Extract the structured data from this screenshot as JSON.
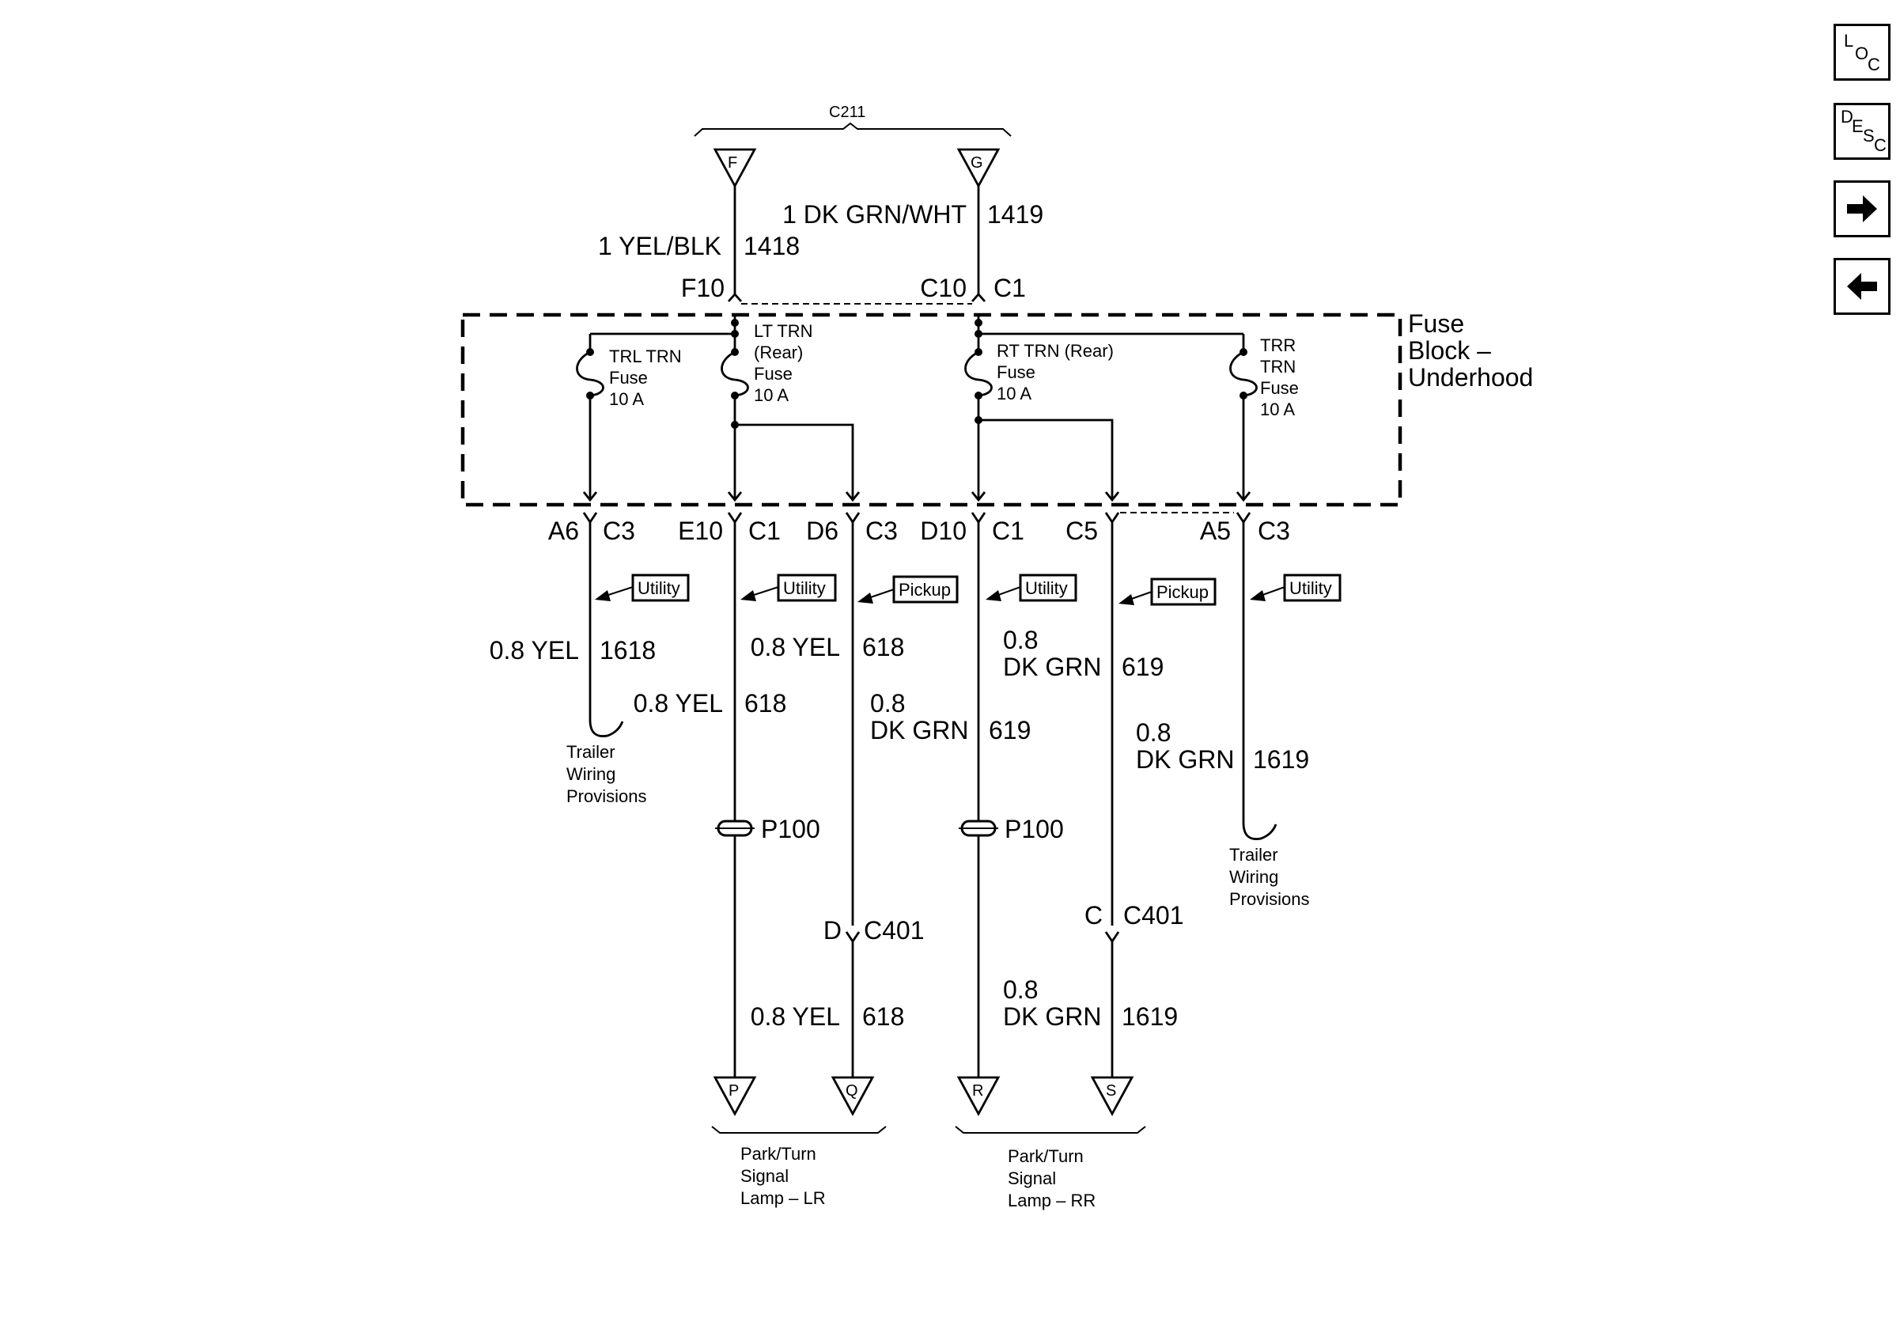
{
  "connector_top": {
    "label": "C211",
    "pins": [
      "F",
      "G"
    ]
  },
  "wires_in": [
    {
      "gauge_color": "1 YEL/BLK",
      "circuit": "1418",
      "cavity": "F10"
    },
    {
      "gauge_color": "1 DK GRN/WHT",
      "circuit": "1419",
      "cavity": "C10",
      "connector": "C1"
    }
  ],
  "fuse_block": {
    "title": [
      "Fuse",
      "Block –",
      "Underhood"
    ],
    "fuses": [
      {
        "lines": [
          "TRL TRN",
          "Fuse",
          "10 A"
        ]
      },
      {
        "lines": [
          "LT TRN",
          "(Rear)",
          "Fuse",
          "10 A"
        ]
      },
      {
        "lines": [
          "RT TRN (Rear)",
          "Fuse",
          "10 A"
        ]
      },
      {
        "lines": [
          "TRR",
          "TRN",
          "Fuse",
          "10 A"
        ]
      }
    ]
  },
  "outputs": [
    {
      "cavity": "A6",
      "connector": "C3",
      "option": "Utility",
      "gauge": "0.8 YEL",
      "circuit": "1618",
      "dest": [
        "Trailer",
        "Wiring",
        "Provisions"
      ]
    },
    {
      "cavity": "E10",
      "connector": "C1",
      "option": "Utility",
      "gauge1": "0.8 YEL",
      "circuit1": "618",
      "gauge2": "0.8 YEL",
      "circuit2": "618",
      "splice": "P100",
      "pin": "P"
    },
    {
      "cavity": "D6",
      "connector": "C3",
      "option": "Pickup",
      "gauge": [
        "0.8",
        "DK GRN"
      ],
      "circuit": "619",
      "inline_cavity": "D",
      "inline_connector": "C401",
      "gauge2": "0.8 YEL",
      "circuit2": "618",
      "pin": "Q"
    },
    {
      "cavity": "D10",
      "connector": "C1",
      "option": "Utility",
      "gauge": [
        "0.8",
        "DK GRN"
      ],
      "circuit": "619",
      "splice": "P100",
      "pin": "R"
    },
    {
      "connector": "C5",
      "option": "Pickup",
      "gauge": [
        "0.8",
        "DK GRN"
      ],
      "circuit": "1619",
      "inline_cavity": "C",
      "inline_connector": "C401",
      "gauge2": [
        "0.8",
        "DK GRN"
      ],
      "circuit2": "1619",
      "pin": "S"
    },
    {
      "cavity": "A5",
      "connector": "C3",
      "option": "Utility",
      "dest": [
        "Trailer",
        "Wiring",
        "Provisions"
      ]
    }
  ],
  "lamps": [
    {
      "lines": [
        "Park/Turn",
        "Signal",
        "Lamp – LR"
      ]
    },
    {
      "lines": [
        "Park/Turn",
        "Signal",
        "Lamp – RR"
      ]
    }
  ],
  "nav": {
    "loc": [
      "L",
      "O",
      "C"
    ],
    "desc": [
      "D",
      "E",
      "S",
      "C"
    ],
    "next": "arrow-right-icon",
    "prev": "arrow-left-icon"
  }
}
